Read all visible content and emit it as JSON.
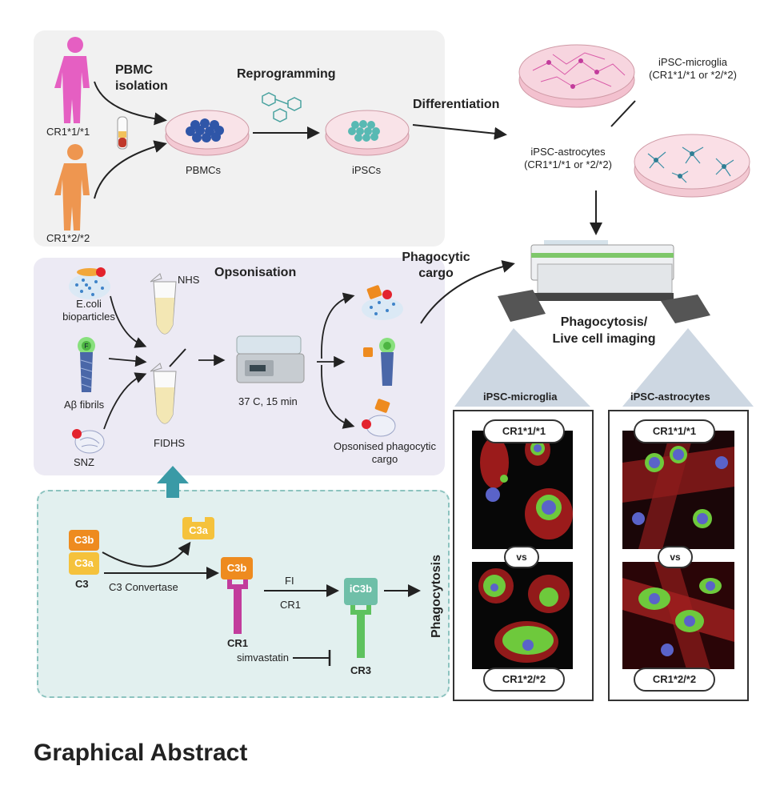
{
  "figure_title": "Graphical Abstract",
  "top_panel": {
    "donor1_label": "CR1*1/*1",
    "donor2_label": "CR1*2/*2",
    "pbmc_isolation": "PBMC isolation",
    "pbmcs": "PBMCs",
    "reprogramming": "Reprogramming",
    "ipscs": "iPSCs",
    "differentiation": "Differentiation",
    "microglia_label": "iPSC-microglia",
    "microglia_genotypes": "(CR1*1/*1 or *2/*2)",
    "astrocytes_label": "iPSC-astrocytes",
    "astrocytes_genotypes": "(CR1*1/*1 or *2/*2)"
  },
  "opsonisation_panel": {
    "title": "Opsonisation",
    "ecoli": "E.coli bioparticles",
    "abeta": "Aβ fibrils",
    "snz": "SNZ",
    "nhs": "NHS",
    "fidhs": "FIDHS",
    "incubation": "37 C, 15 min",
    "opsonised": "Opsonised phagocytic cargo",
    "phagocytic_cargo": "Phagocytic cargo"
  },
  "complement_panel": {
    "c3b": "C3b",
    "c3a": "C3a",
    "c3": "C3",
    "c3a_released": "C3a",
    "c3_convertase": "C3 Convertase",
    "c3b_bound": "C3b",
    "cr1": "CR1",
    "fi": "FI",
    "cr1_cofactor": "CR1",
    "ic3b": "iC3b",
    "cr3": "CR3",
    "simvastatin": "simvastatin",
    "phagocytosis": "Phagocytosis"
  },
  "imaging": {
    "instrument_label": "Phagocytosis/ Live cell imaging",
    "microglia_header": "iPSC-microglia",
    "astrocytes_header": "iPSC-astrocytes",
    "top_genotype": "CR1*1/*1",
    "bottom_genotype": "CR1*2/*2",
    "vs": "vs"
  },
  "colors": {
    "pink_figure": "#e55fc2",
    "orange_figure": "#ee9650",
    "c3b_orange": "#ee8b1f",
    "c3a_yellow": "#f5c23c",
    "cr1_magenta": "#c23c9c",
    "ic3b_teal": "#6fbfa8",
    "cr3_green": "#5ec25e",
    "up_arrow": "#3a9aa6"
  }
}
